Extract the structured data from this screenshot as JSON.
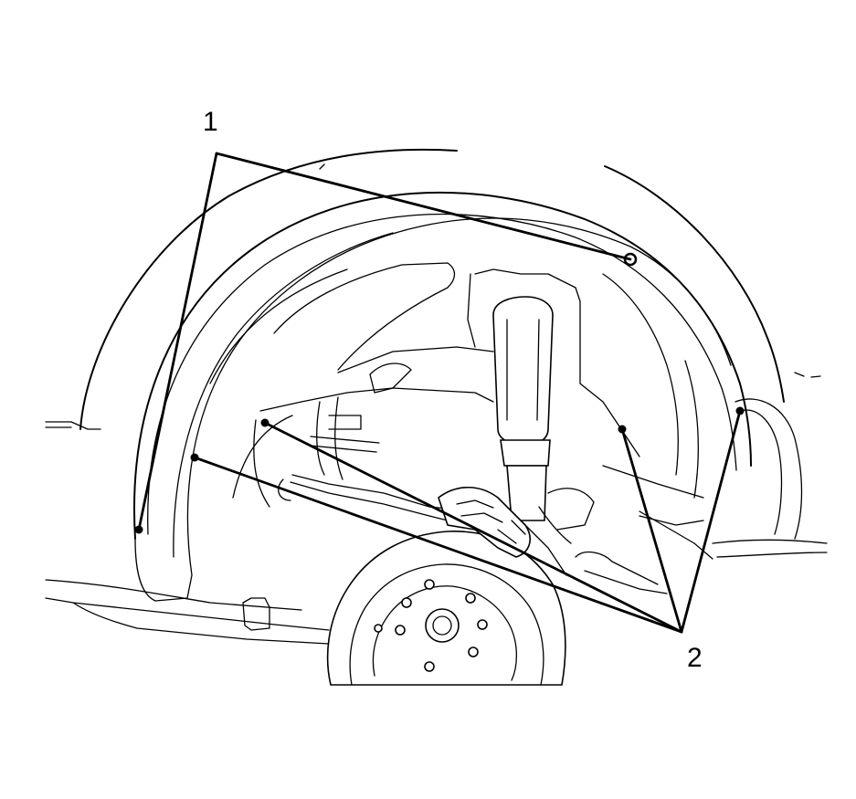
{
  "callouts": [
    {
      "id": "1",
      "label": "1"
    },
    {
      "id": "2",
      "label": "2"
    }
  ],
  "colors": {
    "line": "#000000",
    "background": "#ffffff"
  },
  "icons": [
    "fastener-icon",
    "wheel-hub-icon"
  ]
}
